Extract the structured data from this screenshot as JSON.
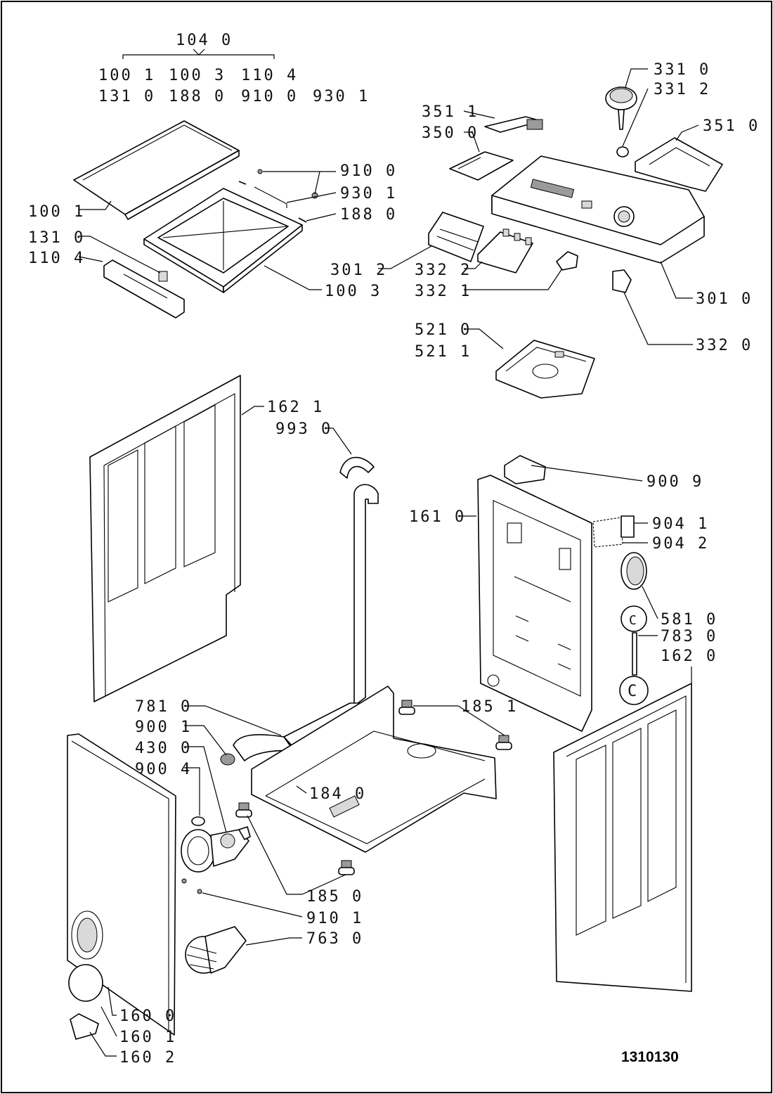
{
  "diagram": {
    "drawing_number": "1310130",
    "assembly": {
      "code": "104 0",
      "row1": [
        "100 1",
        "100 3",
        "110 4"
      ],
      "row2": [
        "131 0",
        "188 0",
        "910 0",
        "930 1"
      ]
    },
    "labels": {
      "l_100_1": "100 1",
      "l_131_0": "131 0",
      "l_110_4": "110 4",
      "l_910_0": "910 0",
      "l_930_1": "930 1",
      "l_188_0": "188 0",
      "l_100_3": "100 3",
      "l_351_1": "351 1",
      "l_350_0": "350 0",
      "l_331_0": "331 0",
      "l_331_2": "331 2",
      "l_351_0": "351 0",
      "l_301_2": "301 2",
      "l_332_2": "332 2",
      "l_332_1": "332 1",
      "l_301_0": "301 0",
      "l_332_0": "332 0",
      "l_521_0": "521 0",
      "l_521_1": "521 1",
      "l_162_1": "162 1",
      "l_993_0": "993 0",
      "l_900_9": "900 9",
      "l_161_0": "161 0",
      "l_904_1": "904 1",
      "l_904_2": "904 2",
      "l_581_0": "581 0",
      "l_783_0": "783 0",
      "l_162_0": "162 0",
      "l_781_0": "781 0",
      "l_900_1": "900 1",
      "l_430_0": "430 0",
      "l_900_4": "900 4",
      "l_185_1": "185 1",
      "l_184_0": "184 0",
      "l_185_0": "185 0",
      "l_910_1": "910 1",
      "l_763_0": "763 0",
      "l_160_0": "160 0",
      "l_160_1": "160 1",
      "l_160_2": "160 2"
    },
    "capacitor_marks": [
      "C",
      "C"
    ]
  }
}
